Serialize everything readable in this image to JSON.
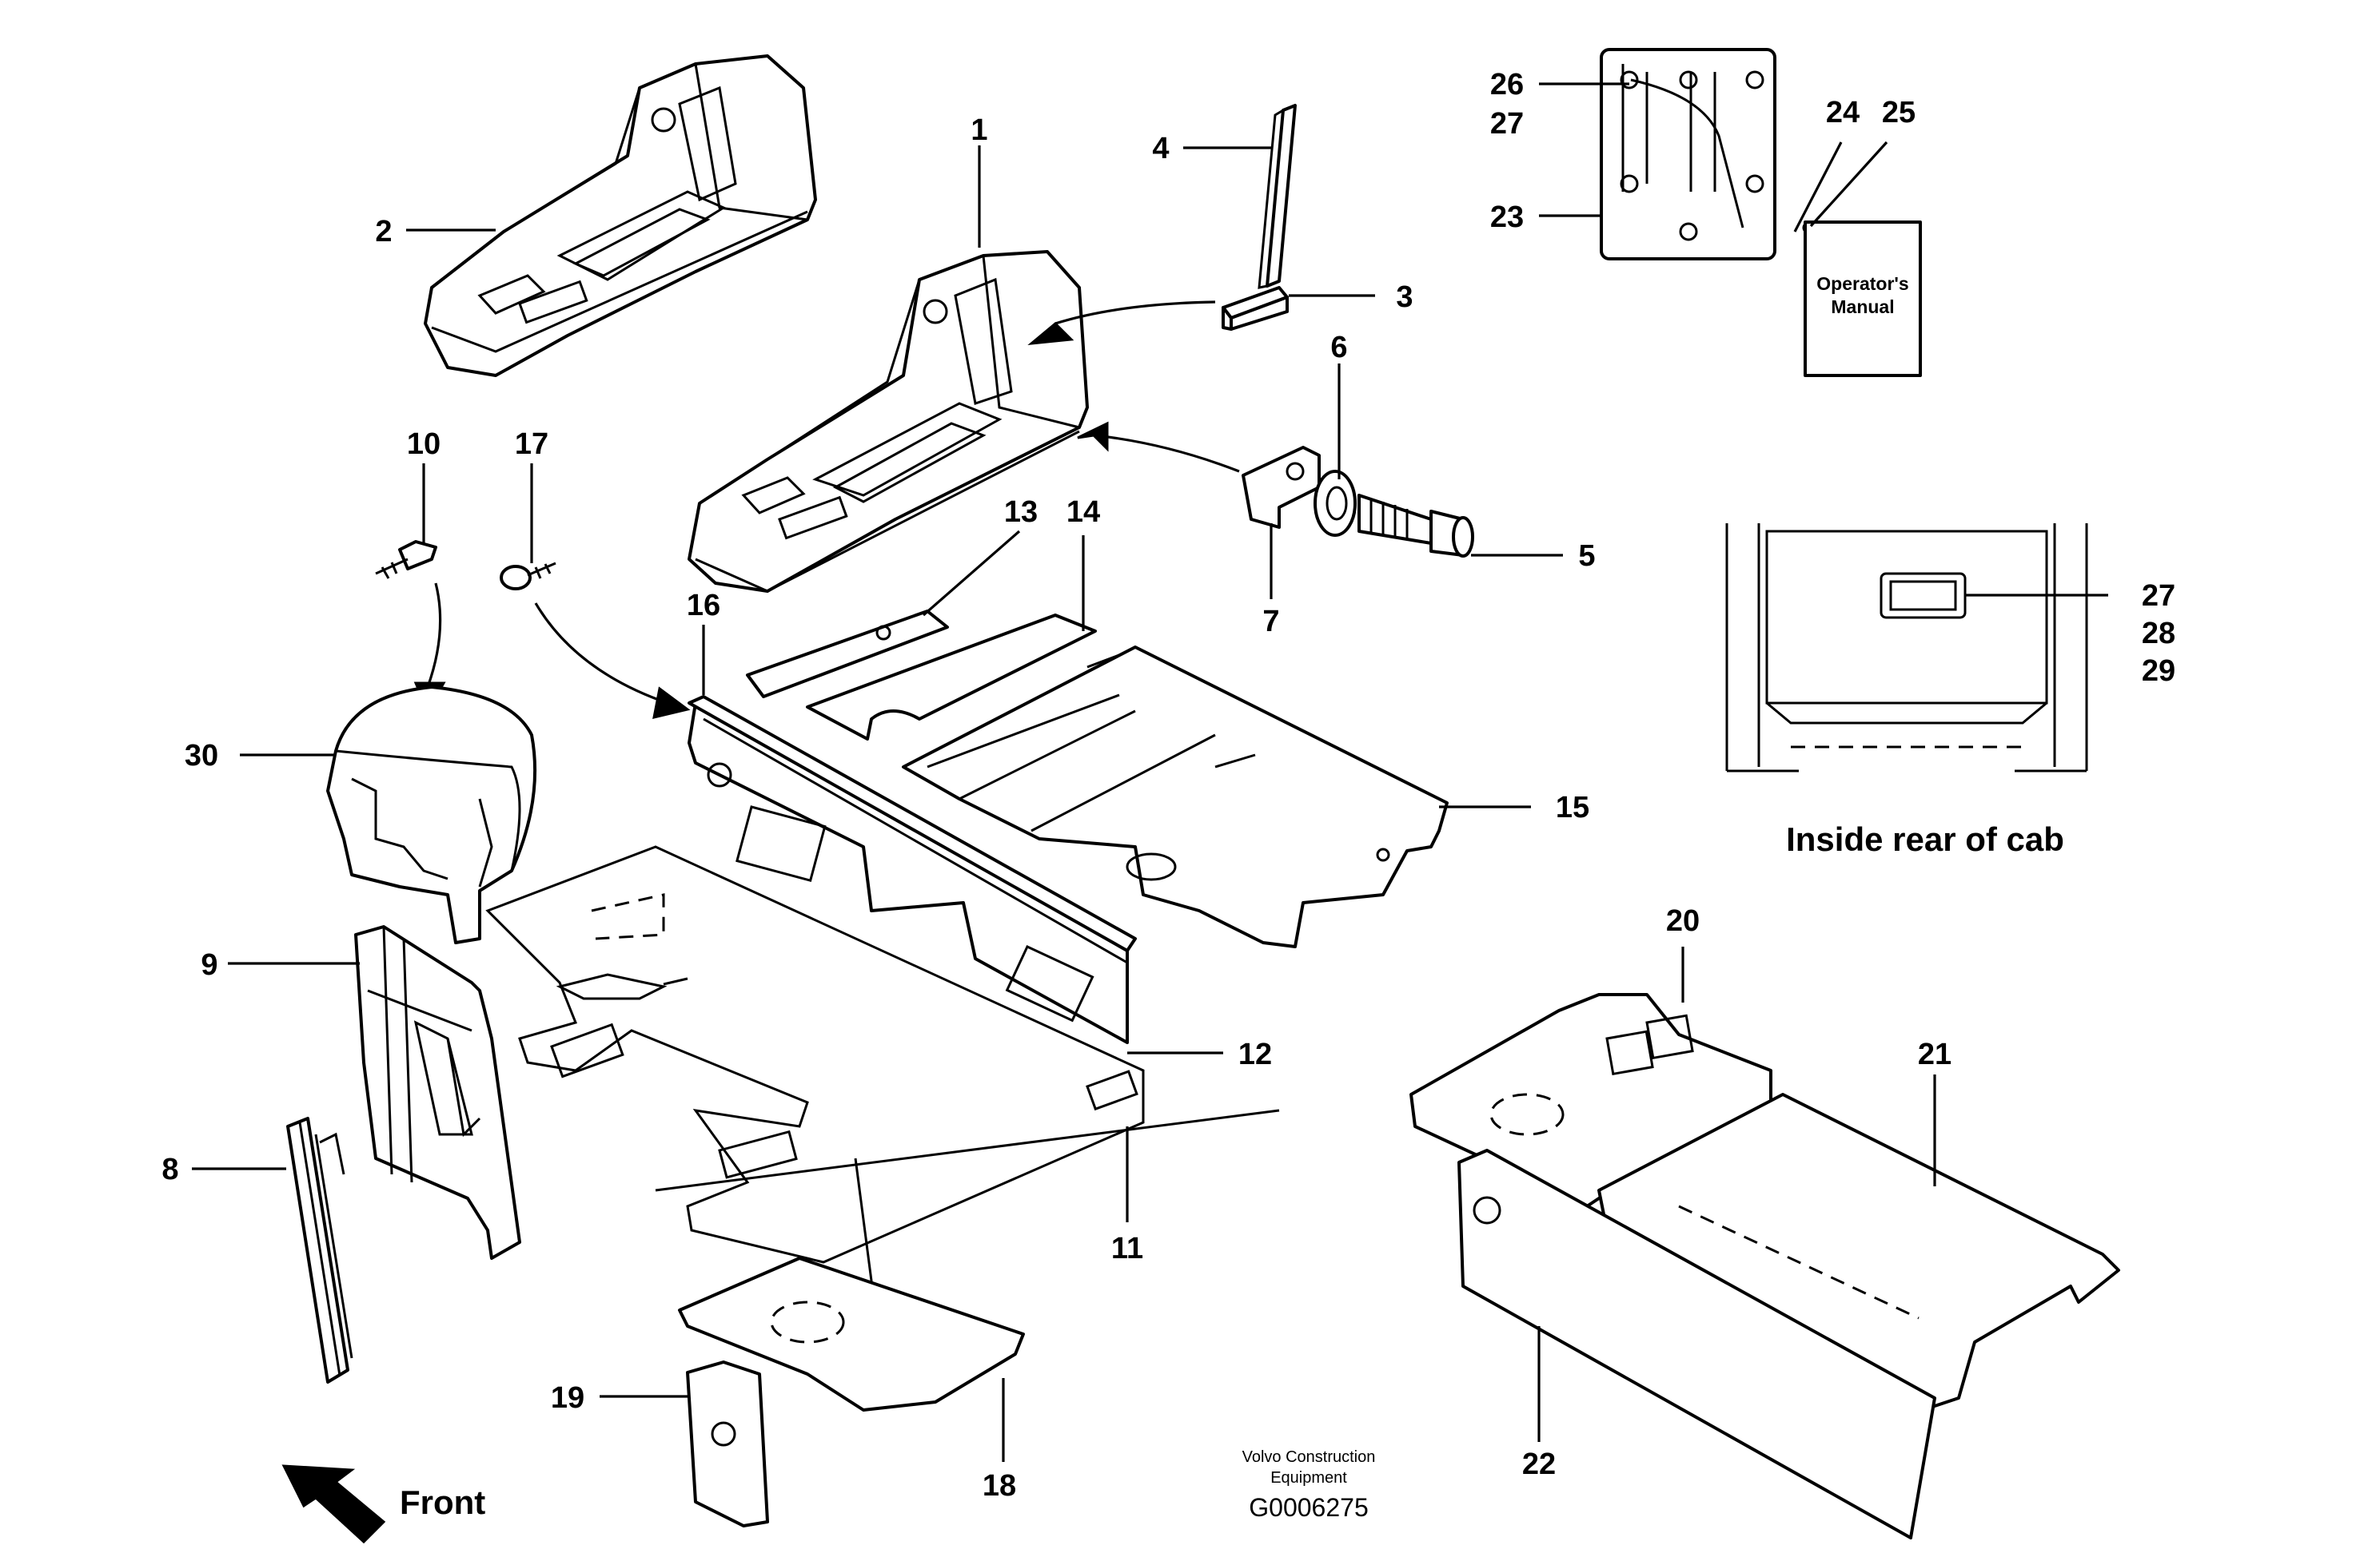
{
  "diagram": {
    "callouts": [
      "1",
      "2",
      "3",
      "4",
      "5",
      "6",
      "7",
      "8",
      "9",
      "10",
      "11",
      "12",
      "13",
      "14",
      "15",
      "16",
      "17",
      "18",
      "19",
      "20",
      "21",
      "22",
      "23",
      "24",
      "25",
      "26",
      "27",
      "27",
      "28",
      "29",
      "30"
    ],
    "inset_callouts": [
      "27",
      "28",
      "29"
    ],
    "inset_caption": "Inside rear of cab",
    "manual_label_line1": "Operator's",
    "manual_label_line2": "Manual",
    "front_label": "Front",
    "publisher_line1": "Volvo Construction",
    "publisher_line2": "Equipment",
    "drawing_code": "G0006275"
  }
}
